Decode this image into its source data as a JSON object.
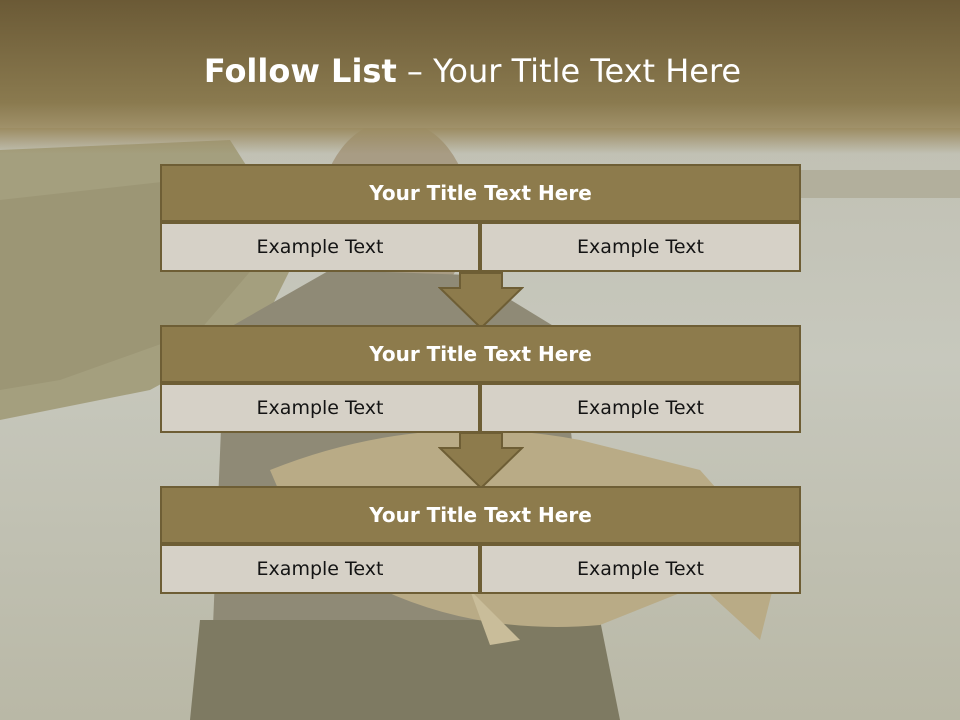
{
  "slide": {
    "title_bold": "Follow List",
    "title_rest": " – Your Title Text Here"
  },
  "steps": [
    {
      "title": "Your Title Text Here",
      "left": "Example Text",
      "right": "Example Text"
    },
    {
      "title": "Your Title Text Here",
      "left": "Example Text",
      "right": "Example Text"
    },
    {
      "title": "Your Title Text Here",
      "left": "Example Text",
      "right": "Example Text"
    }
  ],
  "colors": {
    "header_band": "#7a6a42",
    "block_fill": "#8d7b4c",
    "block_border": "#6e5e35",
    "cell_fill": "#d6d1c7"
  }
}
